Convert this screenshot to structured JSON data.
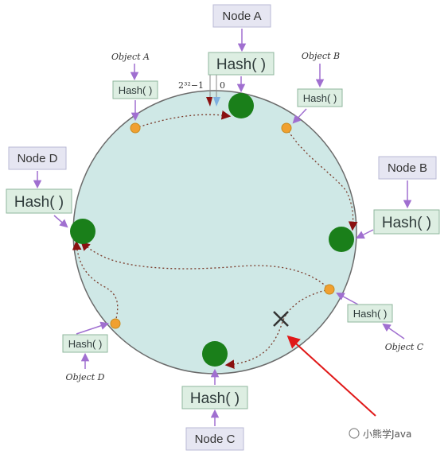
{
  "nodes": {
    "a": {
      "name": "Node A",
      "hash": "Hash( )"
    },
    "b": {
      "name": "Node B",
      "hash": "Hash( )"
    },
    "c": {
      "name": "Node C",
      "hash": "Hash( )"
    },
    "d": {
      "name": "Node D",
      "hash": "Hash( )"
    }
  },
  "objects": {
    "a": {
      "name": "Object A",
      "hash": "Hash( )"
    },
    "b": {
      "name": "Object B",
      "hash": "Hash( )"
    },
    "c": {
      "name": "Object C",
      "hash": "Hash( )"
    },
    "d": {
      "name": "Object D",
      "hash": "Hash( )"
    }
  },
  "ring": {
    "max_label": "2³²−1",
    "zero_label": "0",
    "fill_color": "#cfe8e6",
    "node_color": "#1a7f1a",
    "object_color": "#f0a030",
    "removed_marker": "x-mark-icon",
    "pointer_color": "#e01818"
  },
  "watermark": "小熊学Java"
}
